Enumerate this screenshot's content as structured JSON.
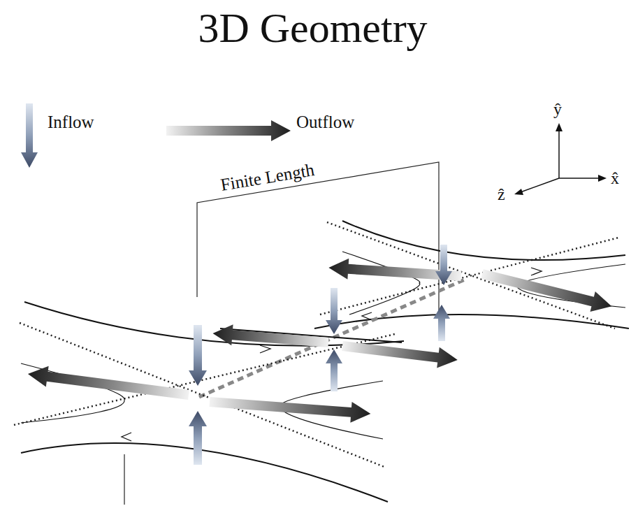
{
  "diagram": {
    "title": "3D Geometry",
    "labels": [
      "Inflow",
      "Outflow",
      "Finite Length",
      "ŷ",
      "ẑ",
      "x̂"
    ]
  }
}
